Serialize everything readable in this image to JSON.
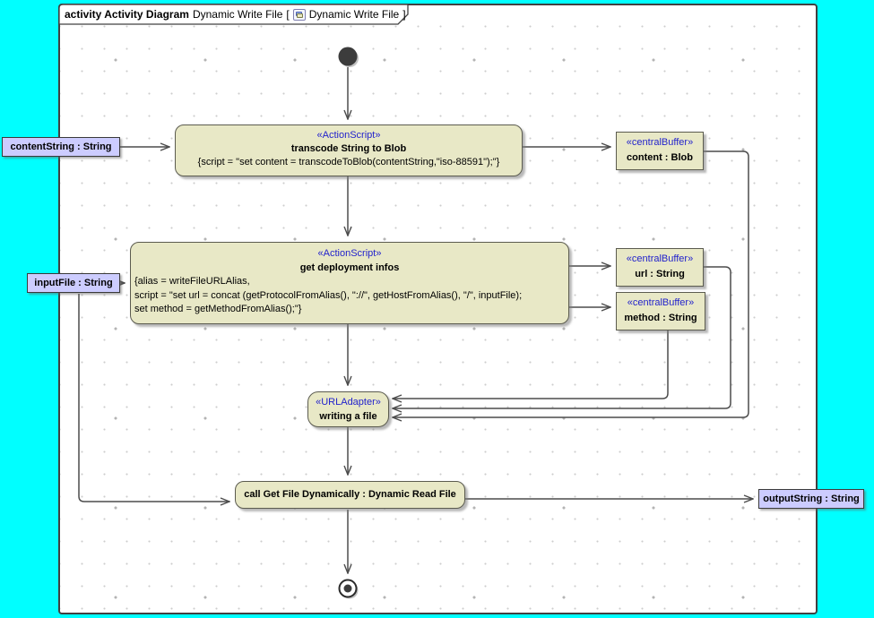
{
  "colors": {
    "background": "#00ffff",
    "node_fill": "#e8e8c6",
    "pin_fill": "#ccccff",
    "stereotype_text": "#2222cc",
    "edge": "#4c4c4c"
  },
  "frame": {
    "keyword_and_type": "activity Activity Diagram",
    "diagram_name": "Dynamic Write File",
    "bracket_left": "[",
    "bracket_right": "]",
    "ref_name": "Dynamic Write File"
  },
  "nodes": {
    "action_transcode": {
      "stereotype": "«ActionScript»",
      "name": "transcode String to Blob",
      "body": "{script = \"set content = transcodeToBlob(contentString,\"iso-88591\");\"}"
    },
    "action_deploy": {
      "stereotype": "«ActionScript»",
      "name": "get deployment infos",
      "body_lines": [
        "{alias = writeFileURLAlias,",
        "script = \"set url = concat (getProtocolFromAlias(), \"://\", getHostFromAlias(), \"/\", inputFile);",
        "set method = getMethodFromAlias();\"}"
      ]
    },
    "buffer_content": {
      "stereotype": "«centralBuffer»",
      "name": "content : Blob"
    },
    "buffer_url": {
      "stereotype": "«centralBuffer»",
      "name": "url : String"
    },
    "buffer_method": {
      "stereotype": "«centralBuffer»",
      "name": "method : String"
    },
    "adapter_writing": {
      "stereotype": "«URLAdapter»",
      "name": "writing a file"
    },
    "call_action": {
      "name": "call Get File Dynamically : Dynamic Read File"
    },
    "pin_content_string": {
      "label": "contentString : String"
    },
    "pin_input_file": {
      "label": "inputFile : String"
    },
    "pin_output_string": {
      "label": "outputString : String"
    }
  }
}
